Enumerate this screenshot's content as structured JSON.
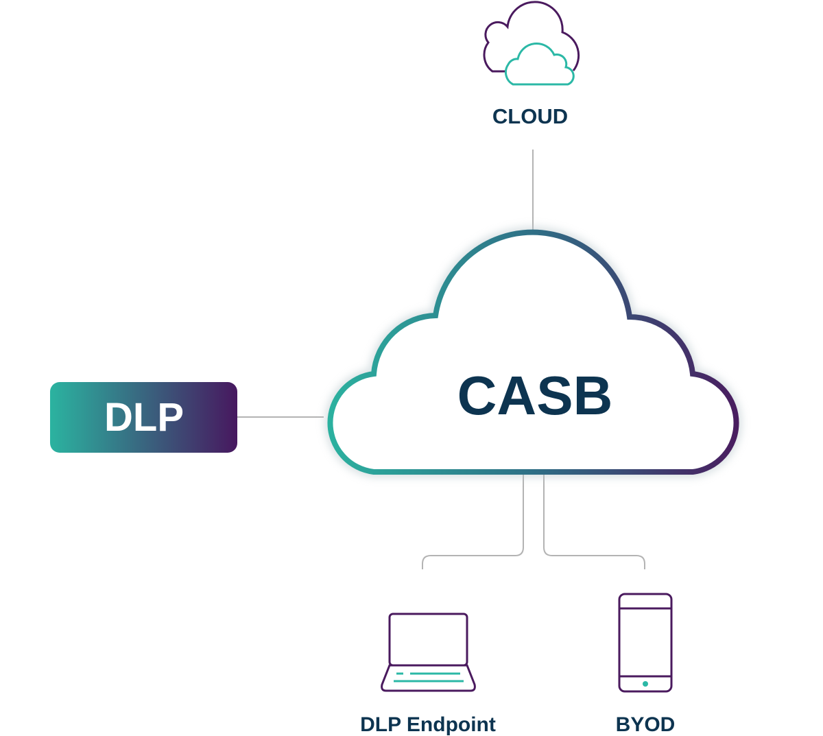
{
  "nodes": {
    "cloud": {
      "label": "CLOUD",
      "icon": "cloud-icon"
    },
    "casb": {
      "label": "CASB"
    },
    "dlp": {
      "label": "DLP"
    },
    "endpoint": {
      "label": "DLP Endpoint",
      "icon": "laptop-icon"
    },
    "byod": {
      "label": "BYOD",
      "icon": "smartphone-icon"
    }
  },
  "colors": {
    "teal": "#2bb3a0",
    "purple": "#4a1a5e",
    "text": "#0d3450",
    "connector": "#b3b3b3"
  }
}
